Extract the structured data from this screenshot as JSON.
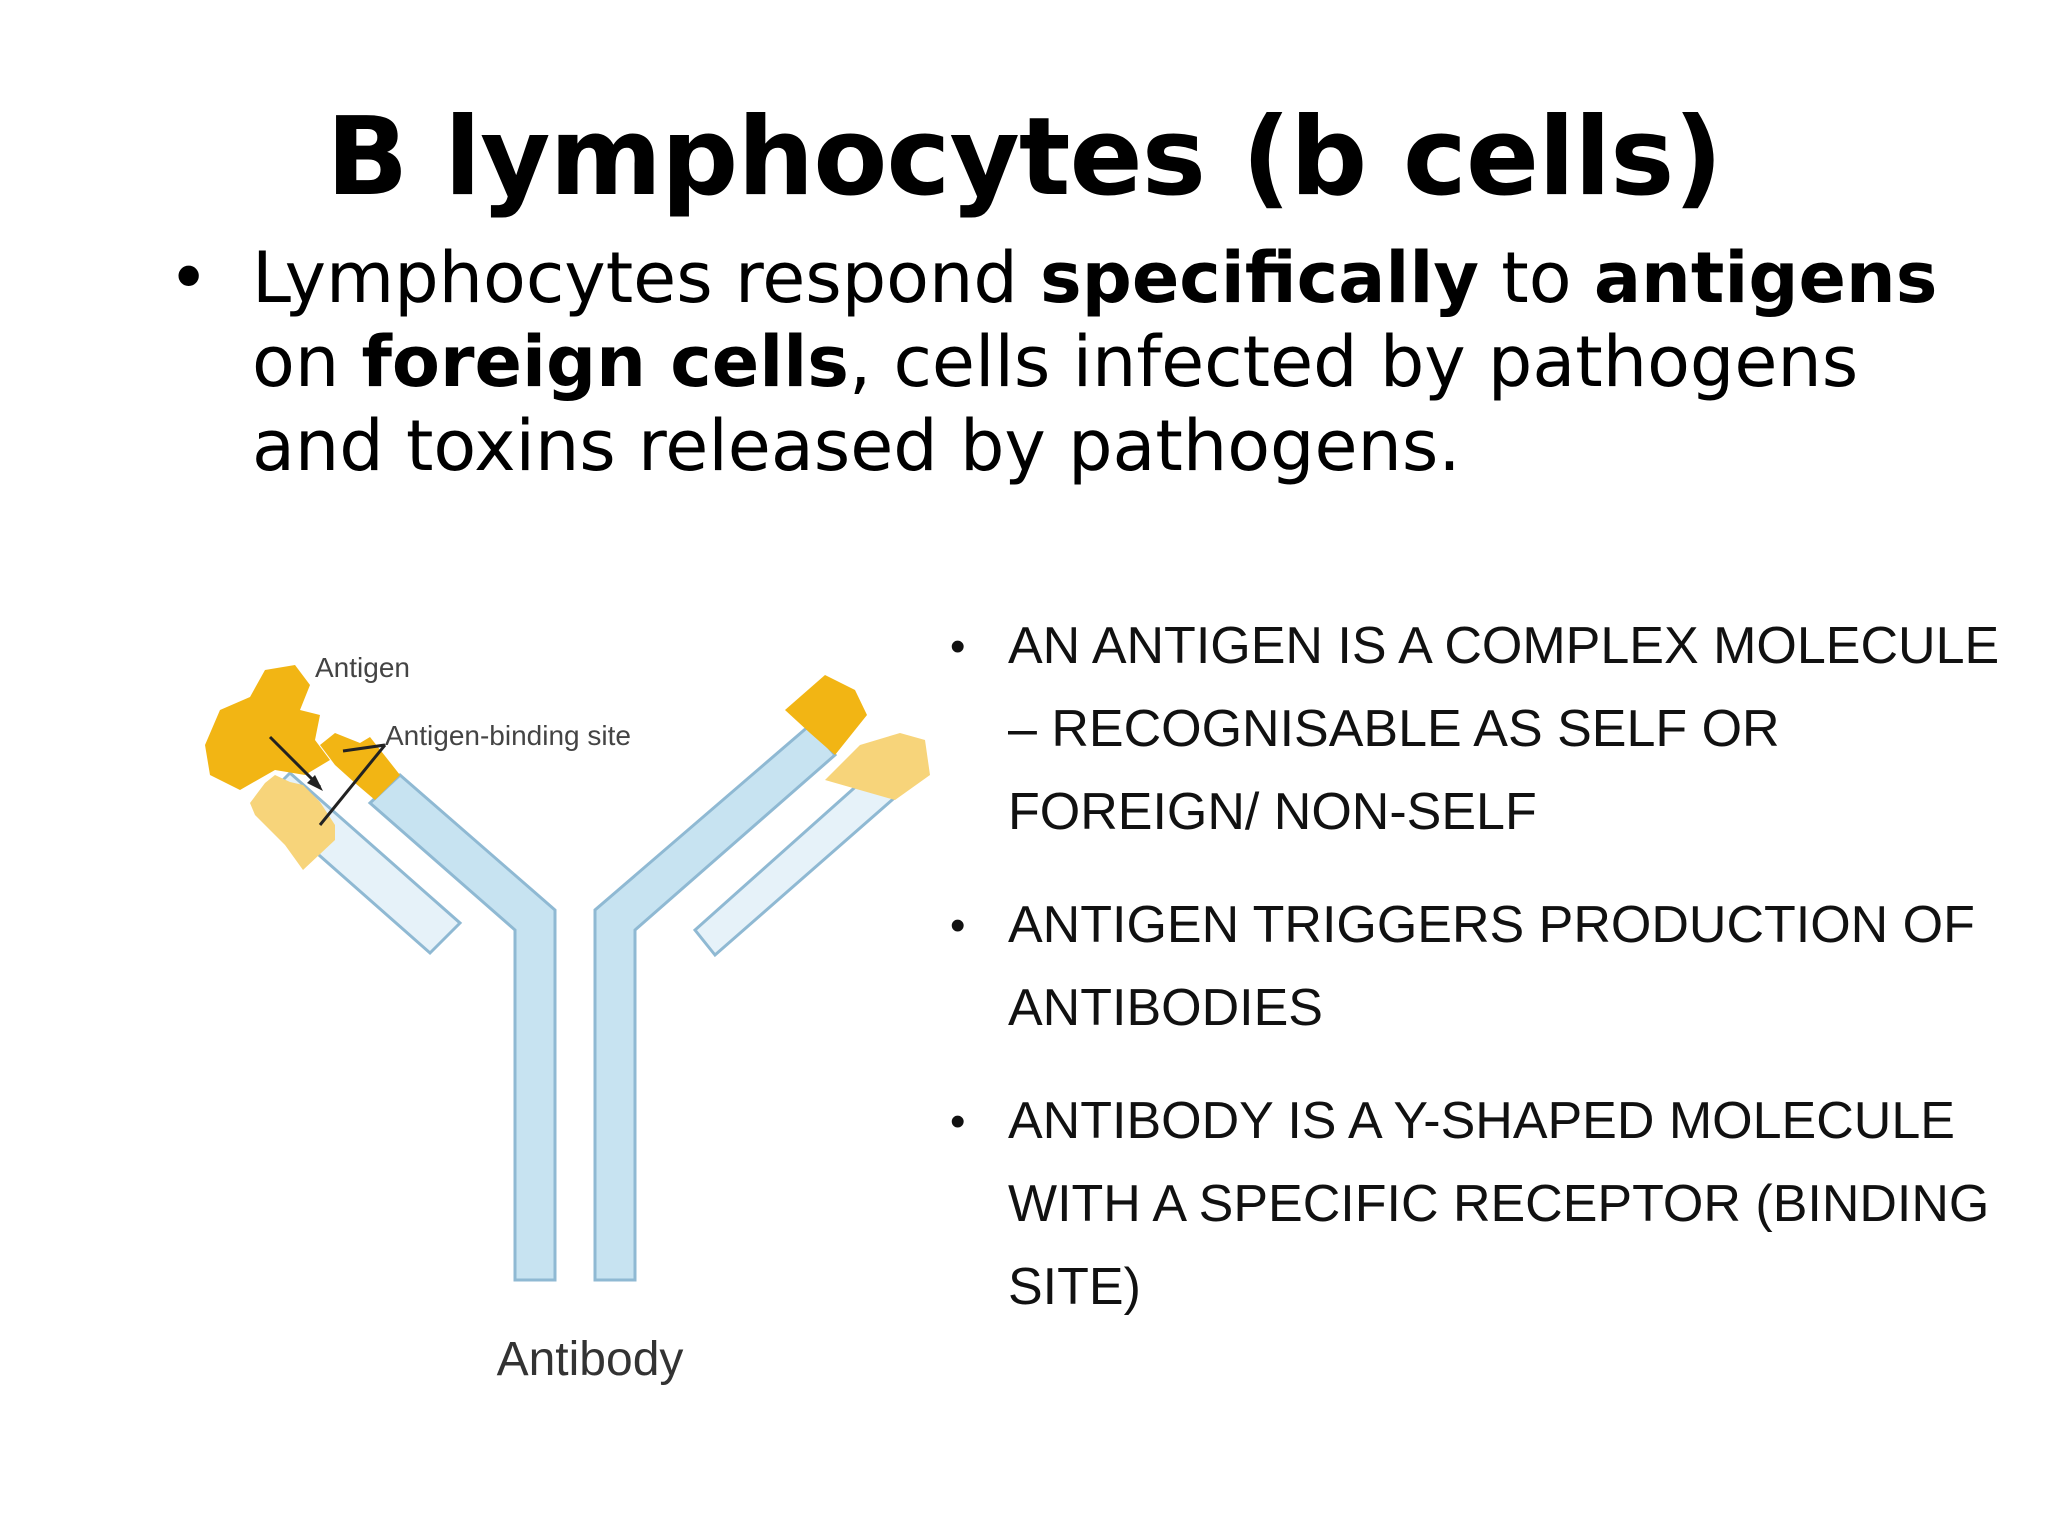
{
  "title": "B lymphocytes (b cells)",
  "main_bullet": {
    "t1": "Lymphocytes respond ",
    "b1": "specifically",
    "t2": " to ",
    "b2": "antigens",
    "t3": " on ",
    "b3": "foreign cells",
    "t4": ", cells infected by pathogens and toxins released by pathogens."
  },
  "figure": {
    "label_antigen": "Antigen",
    "label_binding_site": "Antigen-binding site",
    "label_antibody": "Antibody",
    "colors": {
      "heavy_chain": "#c7e3f1",
      "light_chain": "#e6f2f9",
      "antigen": "#f2b514",
      "binding_tip": "#f7d47a",
      "outline": "#8fb9d3"
    }
  },
  "side_bullets": [
    "AN ANTIGEN IS A COMPLEX MOLECULE – RECOGNISABLE AS SELF OR FOREIGN/ NON-SELF",
    "ANTIGEN TRIGGERS PRODUCTION OF ANTIBODIES",
    "ANTIBODY IS A Y-SHAPED MOLECULE WITH A SPECIFIC RECEPTOR (BINDING SITE)"
  ],
  "bullet_symbol": "•"
}
